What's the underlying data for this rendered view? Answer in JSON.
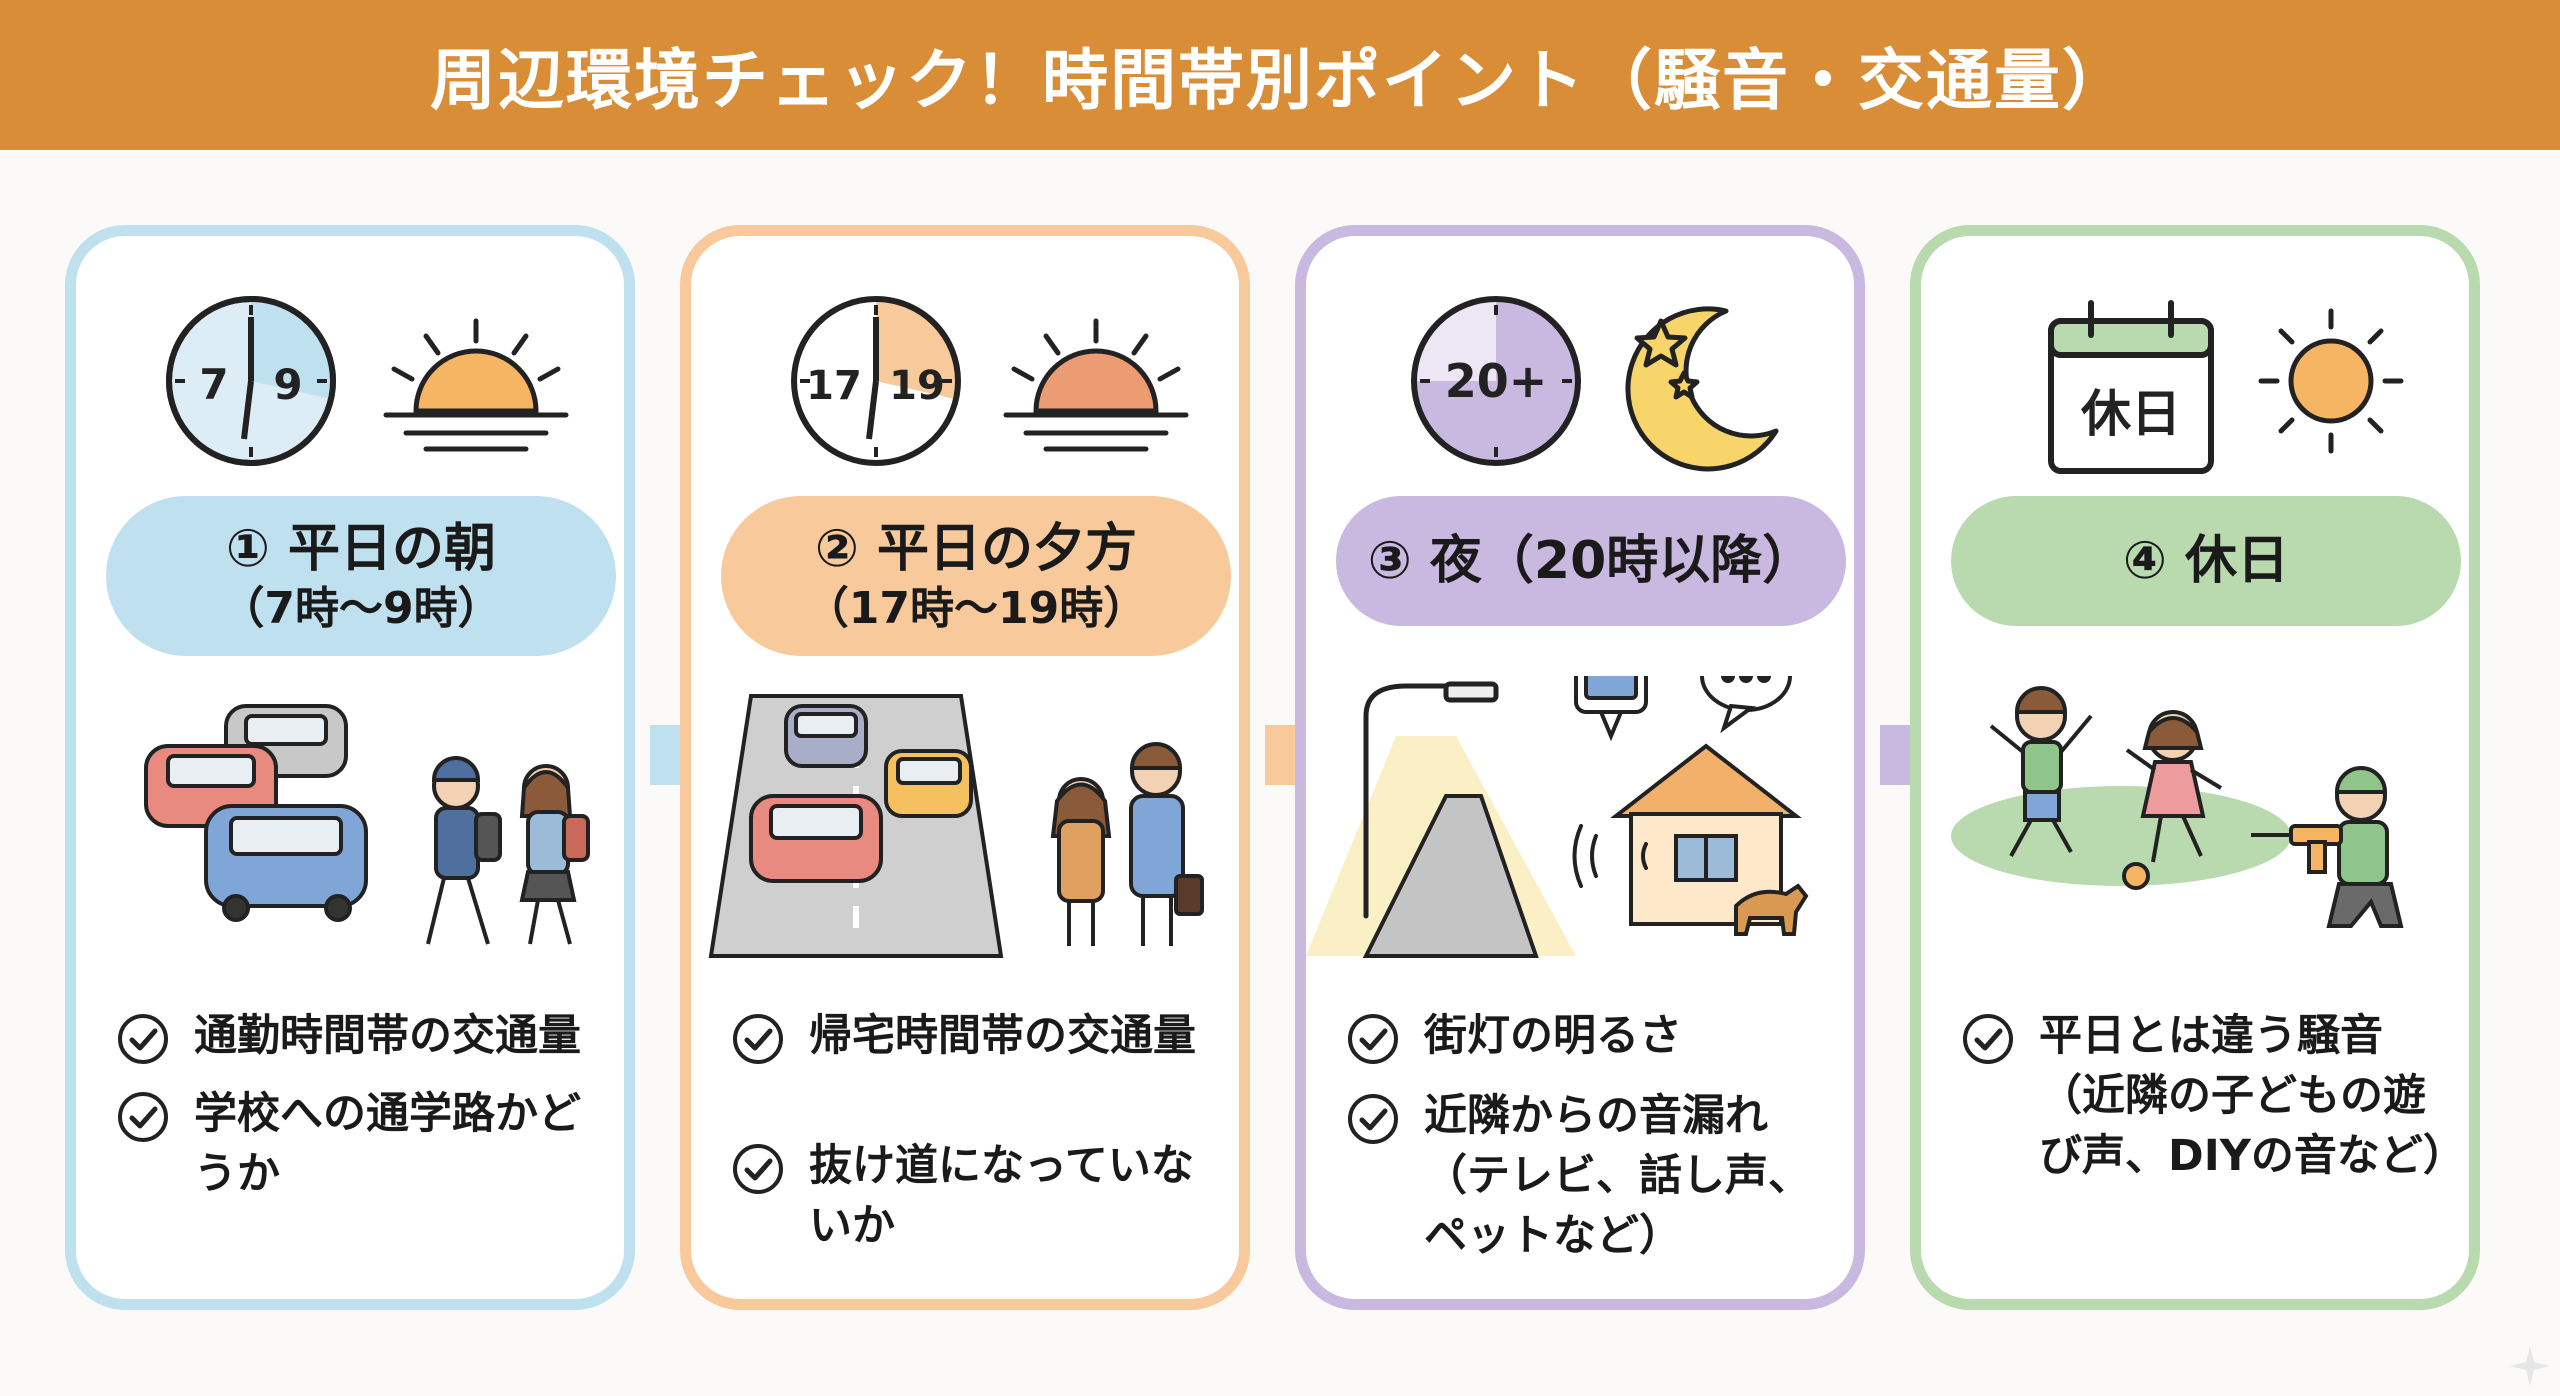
{
  "banner": {
    "title": "周辺環境チェック！時間帯別ポイント（騒音・交通量）"
  },
  "colors": {
    "banner": "#d88d36",
    "blue": "#bfe0ee",
    "orange": "#f8c99a",
    "purple": "#c9b8e0",
    "green": "#b9d9ae"
  },
  "cards": [
    {
      "title": "① 平日の朝",
      "subtitle": "（7時〜9時）",
      "clock": {
        "left": "7",
        "right": "9"
      },
      "icons": [
        "clock-icon",
        "sunrise-icon"
      ],
      "checks": [
        "通勤時間帯の交通量",
        "学校への通学路かどうか"
      ]
    },
    {
      "title": "② 平日の夕方",
      "subtitle": "（17時〜19時）",
      "clock": {
        "left": "17",
        "right": "19"
      },
      "icons": [
        "clock-icon",
        "sunset-icon"
      ],
      "checks": [
        "帰宅時間帯の交通量",
        "抜け道になっていないか"
      ]
    },
    {
      "title": "③ 夜（20時以降）",
      "clock": {
        "center": "20+"
      },
      "icons": [
        "clock-icon",
        "moon-icon"
      ],
      "checks": [
        "街灯の明るさ",
        "近隣からの音漏れ（テレビ、話し声、ペットなど）"
      ]
    },
    {
      "title": "④ 休日",
      "calendar": {
        "label": "休日"
      },
      "icons": [
        "calendar-icon",
        "sun-icon"
      ],
      "checks": [
        "平日とは違う騒音（近隣の子どもの遊び声、DIYの音など）"
      ]
    }
  ]
}
